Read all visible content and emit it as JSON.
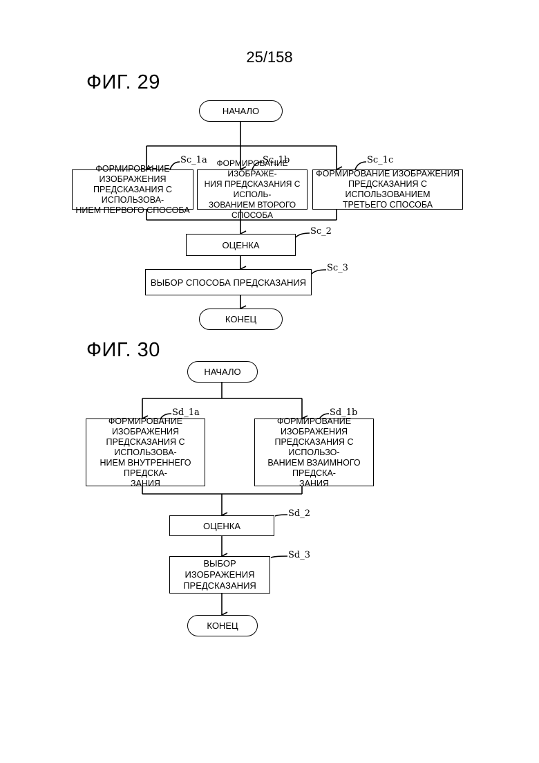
{
  "page_number": "25/158",
  "fig29": {
    "title": "ФИГ. 29",
    "start": "НАЧАЛО",
    "end": "КОНЕЦ",
    "boxes": {
      "first": "ФОРМИРОВАНИЕ ИЗОБРАЖЕНИЯ\nПРЕДСКАЗАНИЯ С ИСПОЛЬЗОВА-\nНИЕМ ПЕРВОГО СПОСОБА",
      "second": "ФОРМИРОВАНИЕ ИЗОБРАЖЕ-\nНИЯ ПРЕДСКАЗАНИЯ С ИСПОЛЬ-\nЗОВАНИЕМ ВТОРОГО СПОСОБА",
      "third": "ФОРМИРОВАНИЕ ИЗОБРАЖЕНИЯ\nПРЕДСКАЗАНИЯ С ИСПОЛЬЗОВАНИЕМ\nТРЕТЬЕГО СПОСОБА",
      "evaluation": "ОЦЕНКА",
      "selection": "ВЫБОР СПОСОБА ПРЕДСКАЗАНИЯ"
    },
    "labels": {
      "sc_1a": "Sc_1a",
      "sc_1b": "Sc_1b",
      "sc_1c": "Sc_1c",
      "sc_2": "Sc_2",
      "sc_3": "Sc_3"
    }
  },
  "fig30": {
    "title": "ФИГ. 30",
    "start": "НАЧАЛО",
    "end": "КОНЕЦ",
    "boxes": {
      "intra": "ФОРМИРОВАНИЕ ИЗОБРАЖЕНИЯ\nПРЕДСКАЗАНИЯ С ИСПОЛЬЗОВА-\nНИЕМ ВНУТРЕННЕГО ПРЕДСКА-\nЗАНИЯ",
      "inter": "ФОРМИРОВАНИЕ ИЗОБРАЖЕНИЯ\nПРЕДСКАЗАНИЯ С ИСПОЛЬЗО-\nВАНИЕМ ВЗАИМНОГО ПРЕДСКА-\nЗАНИЯ",
      "evaluation": "ОЦЕНКА",
      "selection": "ВЫБОР ИЗОБРАЖЕНИЯ\nПРЕДСКАЗАНИЯ"
    },
    "labels": {
      "sd_1a": "Sd_1a",
      "sd_1b": "Sd_1b",
      "sd_2": "Sd_2",
      "sd_3": "Sd_3"
    }
  }
}
